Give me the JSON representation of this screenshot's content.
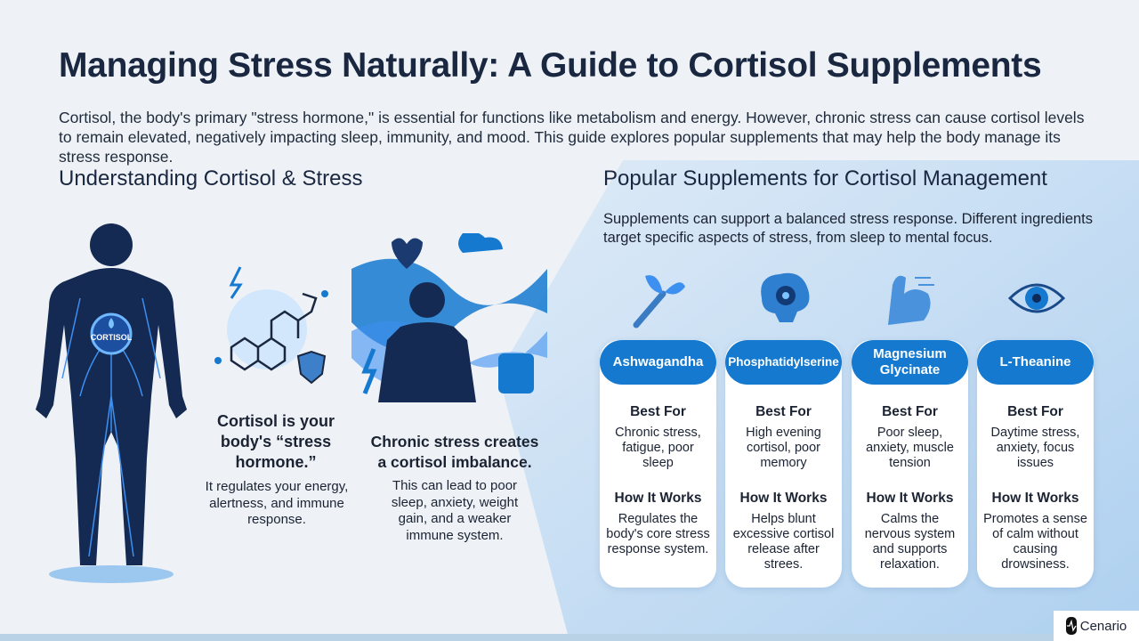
{
  "title": "Managing Stress Naturally: A Guide to Cortisol Supplements",
  "intro": "Cortisol, the body's primary \"stress hormone,\" is essential for functions like metabolism and energy. However, chronic stress can cause cortisol levels to remain elevated, negatively impacting sleep, immunity, and mood. This guide explores popular supplements that may help the body manage its stress response.",
  "left": {
    "heading": "Understanding Cortisol & Stress",
    "figure_label": "CORTISOL",
    "block1": {
      "title": "Cortisol is your body's “stress hormone.”",
      "body": "It regulates your energy, alertness, and immune response."
    },
    "block2": {
      "title": "Chronic stress creates a cortisol imbalance.",
      "body": "This can lead to poor sleep, anxiety, weight gain, and a weaker immune system."
    }
  },
  "right": {
    "heading": "Popular Supplements for Cortisol Management",
    "intro": "Supplements can support a balanced stress response. Different ingredients target specific aspects of stress, from sleep to mental focus.",
    "best_for_label": "Best For",
    "how_label": "How It Works",
    "cards": [
      {
        "name": "Ashwagandha",
        "icon": "root-plant-icon",
        "best_for": "Chronic stress, fatigue, poor sleep",
        "how": "Regulates the body's core stress response system."
      },
      {
        "name": "Phosphatidylserine",
        "icon": "brain-gear-icon",
        "best_for": "High evening cortisol, poor memory",
        "how": "Helps blunt excessive cortisol release after strees."
      },
      {
        "name": "Magnesium Glycinate",
        "icon": "flexed-arm-icon",
        "best_for": "Poor sleep, anxiety, muscle tension",
        "how": "Calms the nervous system and supports relaxation."
      },
      {
        "name": "L-Theanine",
        "icon": "eye-icon",
        "best_for": "Daytime stress, anxiety, focus issues",
        "how": "Promotes a sense of calm without causing drowsiness."
      }
    ]
  },
  "brand": "Cenario",
  "colors": {
    "accent": "#1479cf",
    "dark": "#1a2740"
  }
}
